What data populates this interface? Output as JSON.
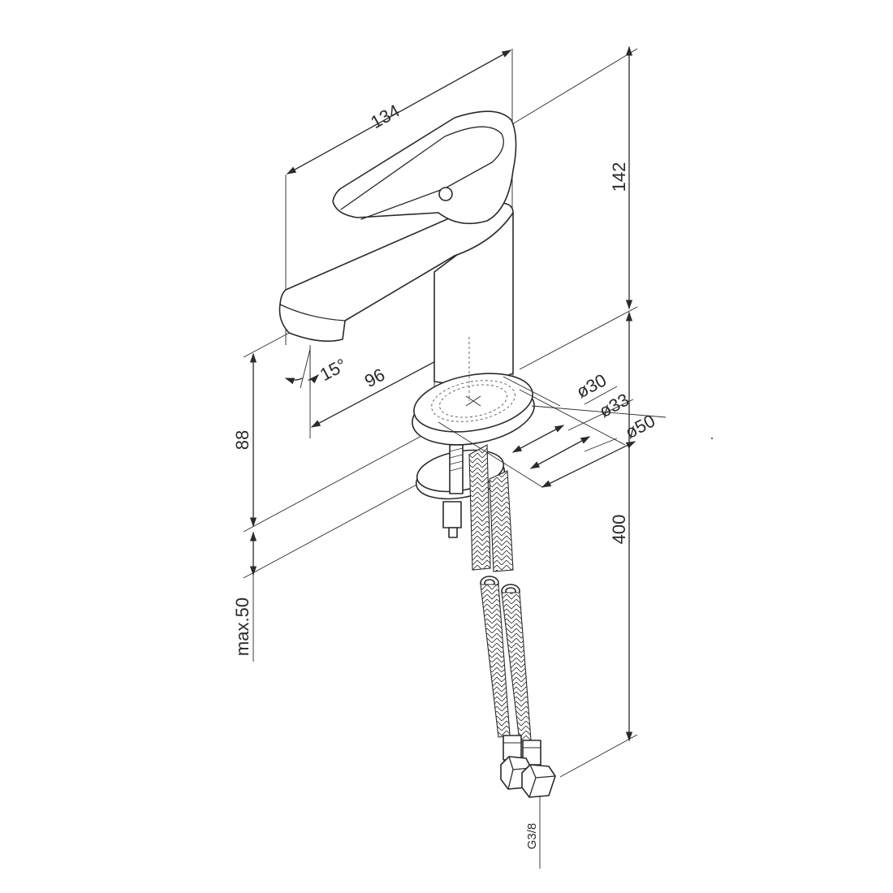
{
  "diagram": {
    "dimensions": {
      "length": "134",
      "height": "142",
      "spout_reach": "96",
      "spout_height": "88",
      "hose_length": "400",
      "max_thickness": "max.50",
      "angle": "15°",
      "d30": "ø30",
      "d33": "ø33",
      "d50": "ø50",
      "thread": "G3/8"
    },
    "colors": {
      "line": "#2a2a2a",
      "background": "#ffffff"
    }
  }
}
